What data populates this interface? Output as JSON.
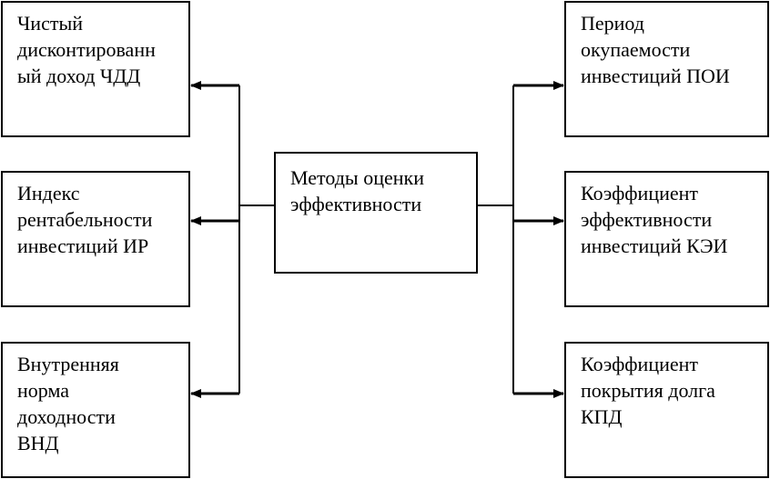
{
  "center": {
    "label": "Методы оценки\nэффективности"
  },
  "left_boxes": [
    {
      "label": "Чистый\nдисконтированн\nый доход ЧДД"
    },
    {
      "label": "Индекс\nрентабельности\nинвестиций ИР"
    },
    {
      "label": "Внутренняя\nнорма\nдоходности\nВНД"
    }
  ],
  "right_boxes": [
    {
      "label": "Период\nокупаемости\nинвестиций  ПОИ"
    },
    {
      "label": "Коэффициент\nэффективности\nинвестиций КЭИ"
    },
    {
      "label": "Коэффициент\nпокрытия долга\nКПД"
    }
  ]
}
